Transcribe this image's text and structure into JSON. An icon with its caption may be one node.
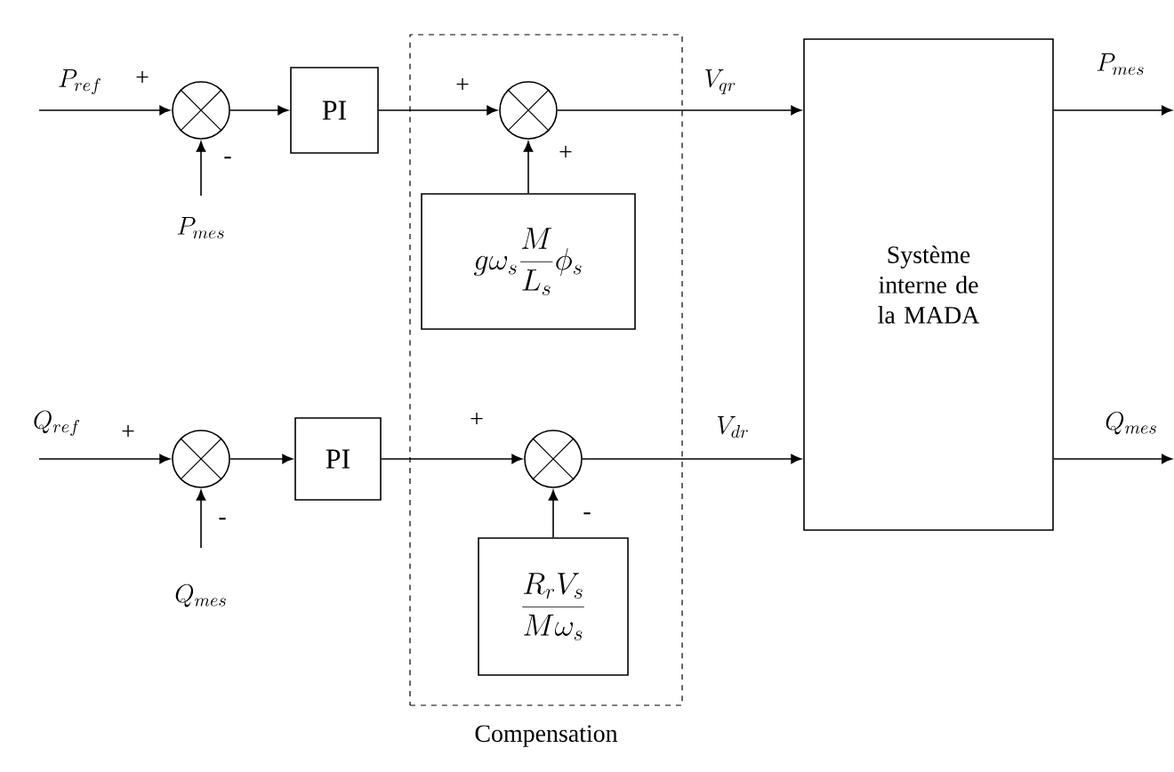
{
  "diagram": {
    "nodes": [
      {
        "text": [
          "Compensation"
        ]
      },
      {
        "text": [],
        "shape": "circle"
      },
      {
        "text": [
          "PI"
        ]
      },
      {
        "text": [],
        "shape": "circle",
        "in": 0
      },
      {
        "text": [
          "g\\omega_s \\frac{M}{L_s}\\phi_s"
        ],
        "in": 0
      },
      {
        "text": [
          "Système interne de la MADA"
        ]
      },
      {
        "text": [],
        "shape": "circle"
      },
      {
        "text": [
          "PI"
        ]
      },
      {
        "text": [],
        "shape": "circle",
        "in": 0
      },
      {
        "text": [
          "\\frac{R_r V_s}{M\\omega_s}"
        ],
        "in": 0
      }
    ],
    "edges": [
      {
        "from": null,
        "to": 1,
        "arrow": "to",
        "label": "P_{ref}"
      },
      {
        "from": null,
        "to": 1,
        "arrow": "to",
        "label": "P_{mes}"
      },
      {
        "from": 1,
        "to": 2,
        "arrow": "to"
      },
      {
        "from": 2,
        "to": 3,
        "arrow": "to"
      },
      {
        "from": 4,
        "to": 3,
        "arrow": "to"
      },
      {
        "from": 3,
        "to": 5,
        "arrow": "to",
        "label": "V_{qr}"
      },
      {
        "from": 5,
        "to": null,
        "arrow": "to",
        "label": "P_{mes}"
      },
      {
        "from": null,
        "to": 6,
        "arrow": "to",
        "label": "Q_{ref}"
      },
      {
        "from": null,
        "to": 6,
        "arrow": "to",
        "label": "Q_{mes}"
      },
      {
        "from": 6,
        "to": 7,
        "arrow": "to"
      },
      {
        "from": 7,
        "to": 8,
        "arrow": "to"
      },
      {
        "from": 9,
        "to": 8,
        "arrow": "to"
      },
      {
        "from": 8,
        "to": 5,
        "arrow": "to",
        "label": "V_{dr}"
      },
      {
        "from": 5,
        "to": null,
        "arrow": "to",
        "label": "Q_{mes}"
      }
    ],
    "labels": [
      "+",
      "-",
      "+",
      "+",
      "+",
      "-",
      "+",
      "-"
    ]
  }
}
